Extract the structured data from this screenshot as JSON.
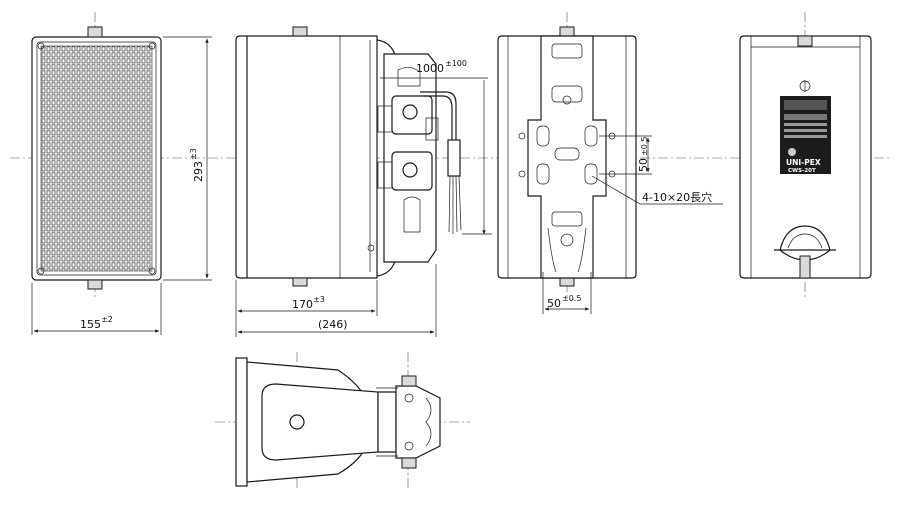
{
  "dimensions": {
    "front_width": {
      "value": "155",
      "tolerance": "±2"
    },
    "height": {
      "value": "293",
      "tolerance": "±3"
    },
    "side_depth": {
      "value": "170",
      "tolerance": "±3"
    },
    "total_depth": "(246)",
    "cable_length": {
      "value": "1000",
      "tolerance": "±100"
    },
    "bracket_pitch_vertical": {
      "value": "50",
      "tolerance": "±0.5"
    },
    "bracket_pitch_horizontal": {
      "value": "50",
      "tolerance": "±0.5"
    },
    "mounting_holes": "4-10×20長穴"
  },
  "rear_label": {
    "brand": "UNI-PEX",
    "model": "CWS-20T"
  },
  "colors": {
    "line": "#1a1a1a",
    "label_panel": "#1c1c1c"
  }
}
